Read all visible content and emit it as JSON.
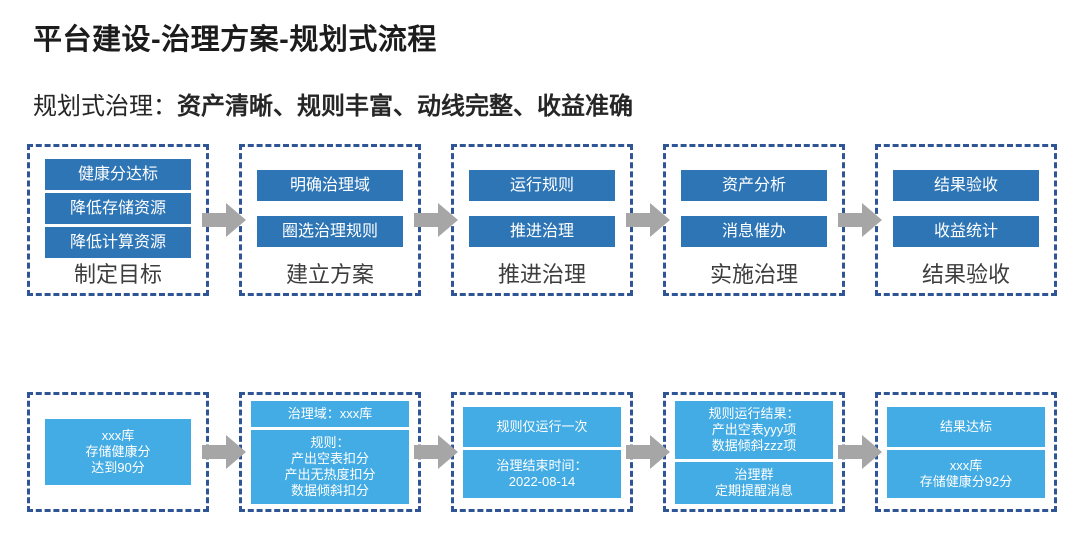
{
  "page": {
    "title": "平台建设-治理方案-规划式流程",
    "subtitle_prefix": "规划式治理：",
    "subtitle_bold": "资产清晰、规则丰富、动线完整、收益准确"
  },
  "colors": {
    "node_blue": "#2E75B6",
    "light_blue": "#43ACE4",
    "dashed_border_blue": "#2F5597",
    "arrow_gray": "#A6A6A6",
    "title_text": "#1C1C1C",
    "stage_label_text": "#3D3D3D"
  },
  "icons": {
    "between_stages": "right-block-arrow"
  },
  "top_row": {
    "stages": [
      {
        "label": "制定目标",
        "buttons": [
          "健康分达标",
          "降低存储资源",
          "降低计算资源"
        ]
      },
      {
        "label": "建立方案",
        "buttons": [
          "明确治理域",
          "圈选治理规则"
        ]
      },
      {
        "label": "推进治理",
        "buttons": [
          "运行规则",
          "推进治理"
        ]
      },
      {
        "label": "实施治理",
        "buttons": [
          "资产分析",
          "消息催办"
        ]
      },
      {
        "label": "结果验收",
        "buttons": [
          "结果验收",
          "收益统计"
        ]
      }
    ]
  },
  "bottom_row": {
    "stages": [
      {
        "blocks": [
          [
            "xxx库",
            "存储健康分",
            "达到90分"
          ]
        ]
      },
      {
        "blocks": [
          [
            "治理域：xxx库"
          ],
          [
            "规则：",
            "产出空表扣分",
            "产出无热度扣分",
            "数据倾斜扣分"
          ]
        ]
      },
      {
        "blocks": [
          [
            "规则仅运行一次"
          ],
          [
            "治理结束时间：",
            "2022-08-14"
          ]
        ]
      },
      {
        "blocks": [
          [
            "规则运行结果：",
            "产出空表yyy项",
            "数据倾斜zzz项"
          ],
          [
            "治理群",
            "定期提醒消息"
          ]
        ]
      },
      {
        "blocks": [
          [
            "结果达标"
          ],
          [
            "xxx库",
            "存储健康分92分"
          ]
        ]
      }
    ]
  }
}
